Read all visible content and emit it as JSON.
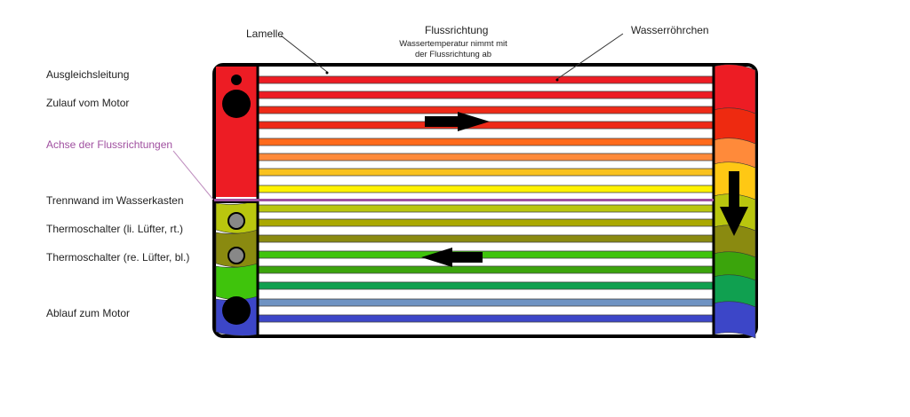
{
  "labels": {
    "lamelle": "Lamelle",
    "flow_title": "Flussrichtung",
    "flow_sub1": "Wassertemperatur nimmt mit",
    "flow_sub2": "der Flussrichtung ab",
    "tubes": "Wasserröhrchen",
    "equalizer": "Ausgleichsleitung",
    "inlet": "Zulauf vom Motor",
    "axis": "Achse der Flussrichtungen",
    "divider": "Trennwand im Wasserkasten",
    "thermo1": "Thermoschalter (li. Lüfter, rt.)",
    "thermo2": "Thermoschalter (re. Lüfter, bl.)",
    "outlet": "Ablauf zum Motor"
  },
  "colors": {
    "tubes": [
      "#ed1c24",
      "#ed1c24",
      "#ee2a18",
      "#ee2a18",
      "#ff6a1c",
      "#ff8a3a",
      "#f9c21f",
      "#fff200",
      "#b9c60e",
      "#aaa800",
      "#8a8a10",
      "#3fc40c",
      "#3ba40c",
      "#10a050",
      "#6f93c3",
      "#3c46c8"
    ],
    "divider": "#a050a0",
    "right_tank": [
      "#ed1c24",
      "#ee2a10",
      "#ff8a3a",
      "#ffc814",
      "#b9c60e",
      "#8a8a10",
      "#3ba40c",
      "#10a050",
      "#3c46c8"
    ],
    "left_lower": [
      "#b9c60e",
      "#8a8a10",
      "#3fc40c",
      "#3c46c8"
    ]
  }
}
